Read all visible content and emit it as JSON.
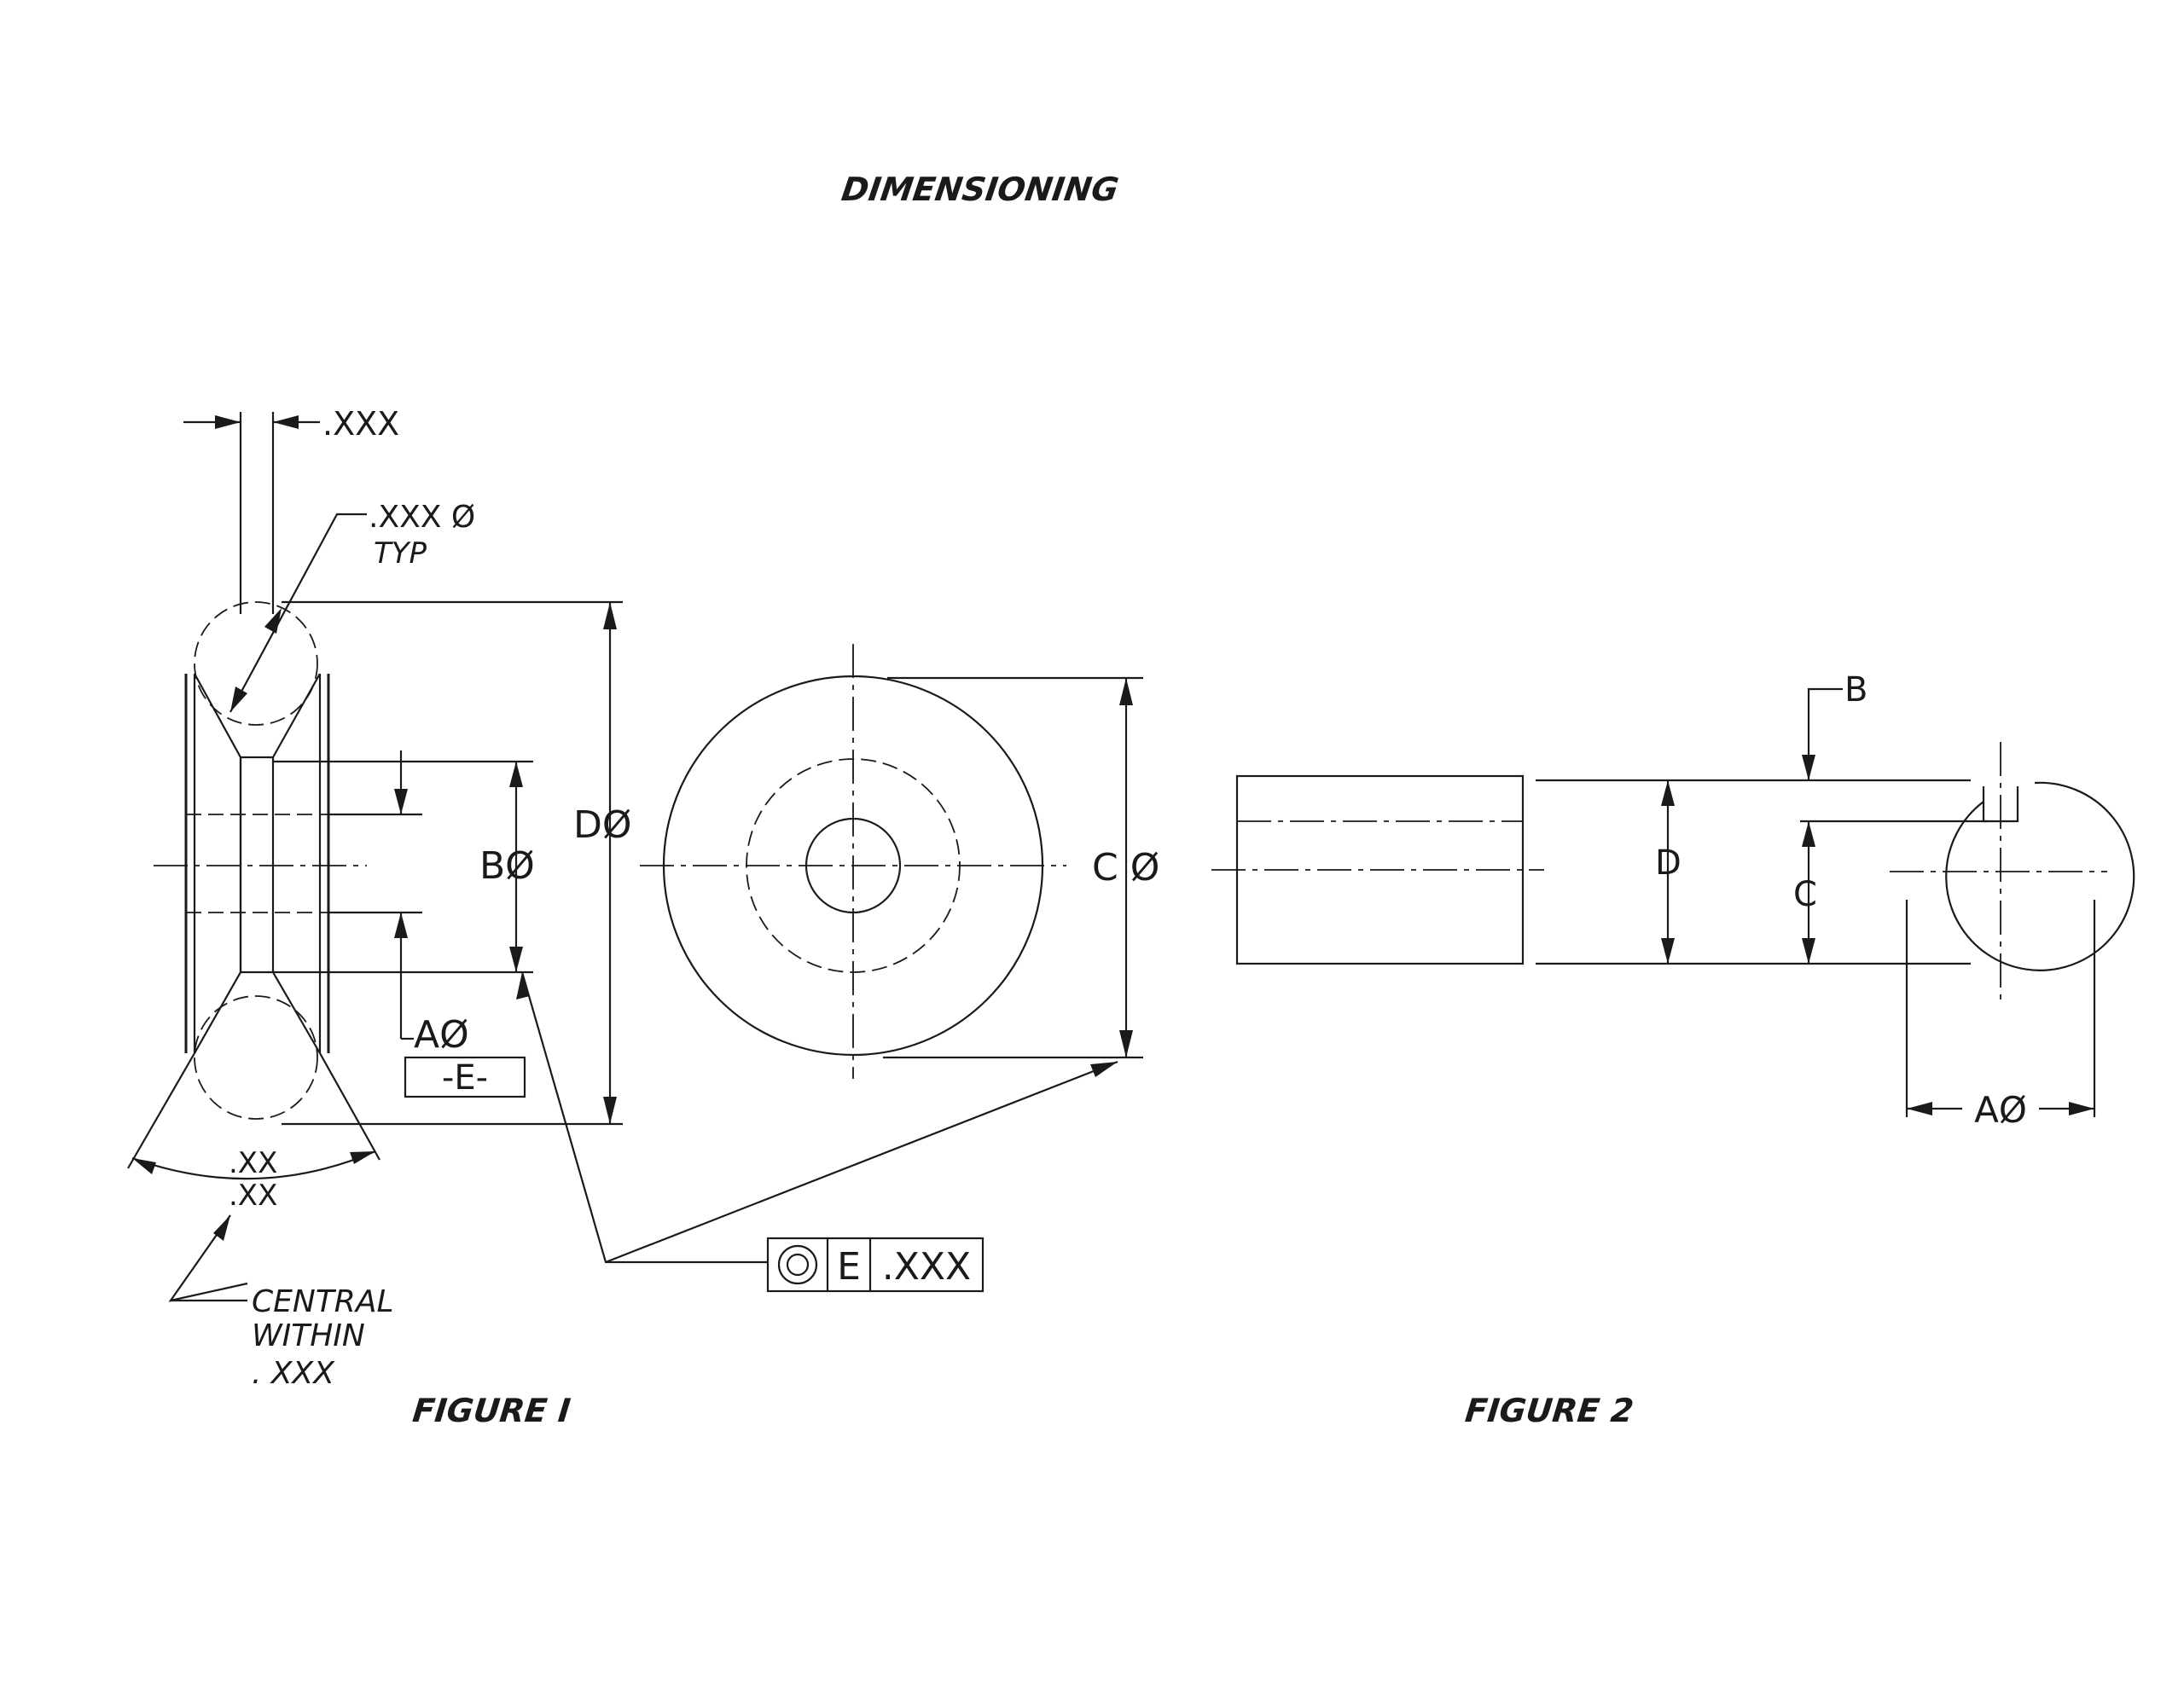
{
  "title": "DIMENSIONING",
  "figure1": {
    "caption": "FIGURE I",
    "width_label": ".XXX",
    "groove_dia_label": ".XXX Ø",
    "typ_label": "TYP",
    "d_dia_label": "DØ",
    "b_dia_label": "BØ",
    "a_dia_label": "AØ",
    "datum_label": "-E-",
    "c_dia_label": "C Ø",
    "angle_top": ".XX",
    "angle_bottom": ".XX",
    "central_line1": "CENTRAL",
    "central_line2": "WITHIN",
    "central_line3": ". XXX",
    "fcf_datum": "E",
    "fcf_tolerance": ".XXX"
  },
  "figure2": {
    "caption": "FIGURE 2",
    "b_label": "B",
    "d_label": "D",
    "c_label": "C",
    "a_dia_label": "AØ"
  }
}
